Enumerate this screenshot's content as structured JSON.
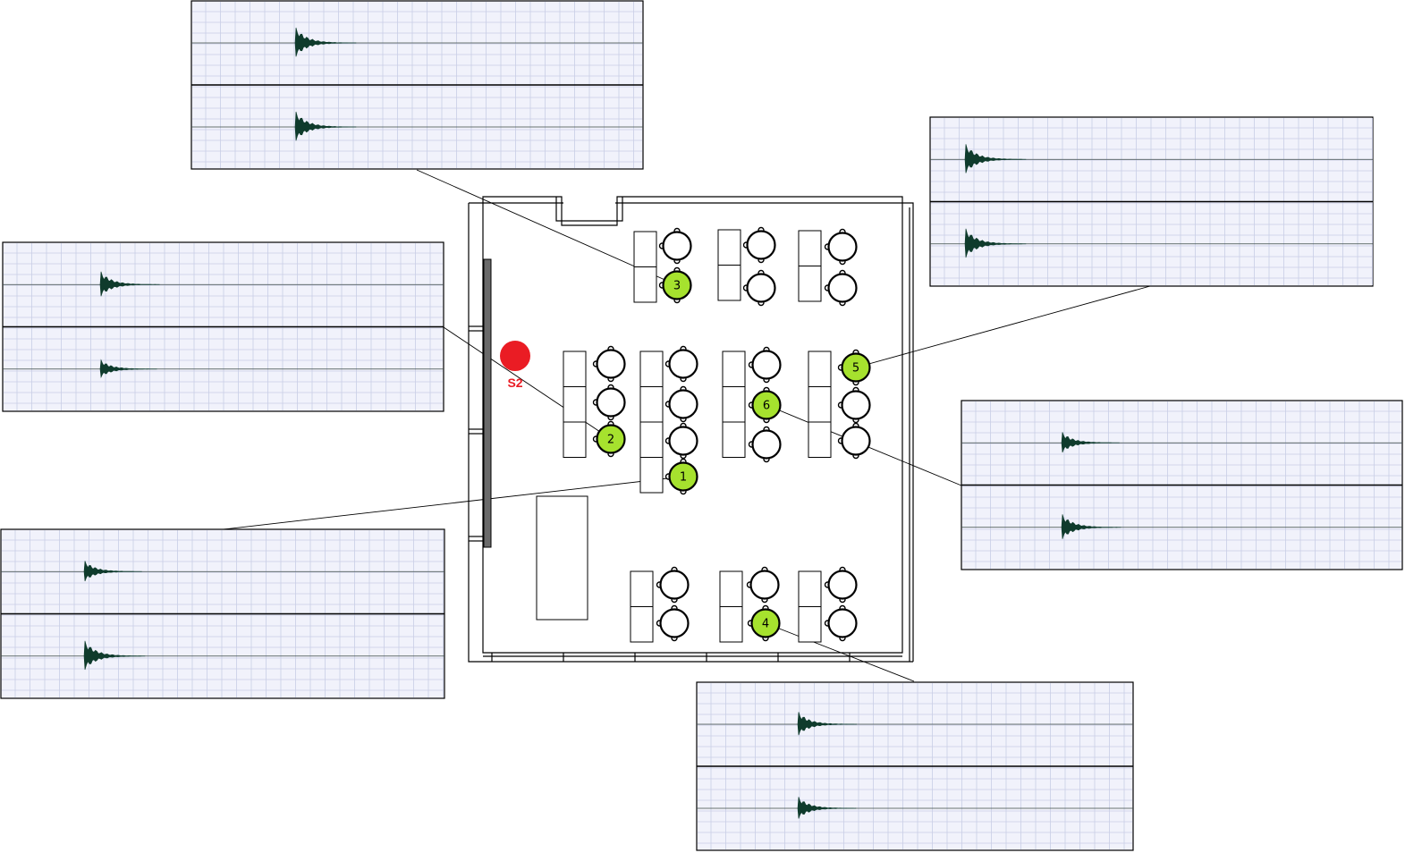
{
  "source": {
    "label": "S2",
    "color": "#ea1c24"
  },
  "receivers": [
    {
      "label": "1",
      "color": "#a6e22e"
    },
    {
      "label": "2",
      "color": "#a6e22e"
    },
    {
      "label": "3",
      "color": "#a6e22e"
    },
    {
      "label": "4",
      "color": "#a6e22e"
    },
    {
      "label": "5",
      "color": "#a6e22e"
    },
    {
      "label": "6",
      "color": "#a6e22e"
    }
  ]
}
